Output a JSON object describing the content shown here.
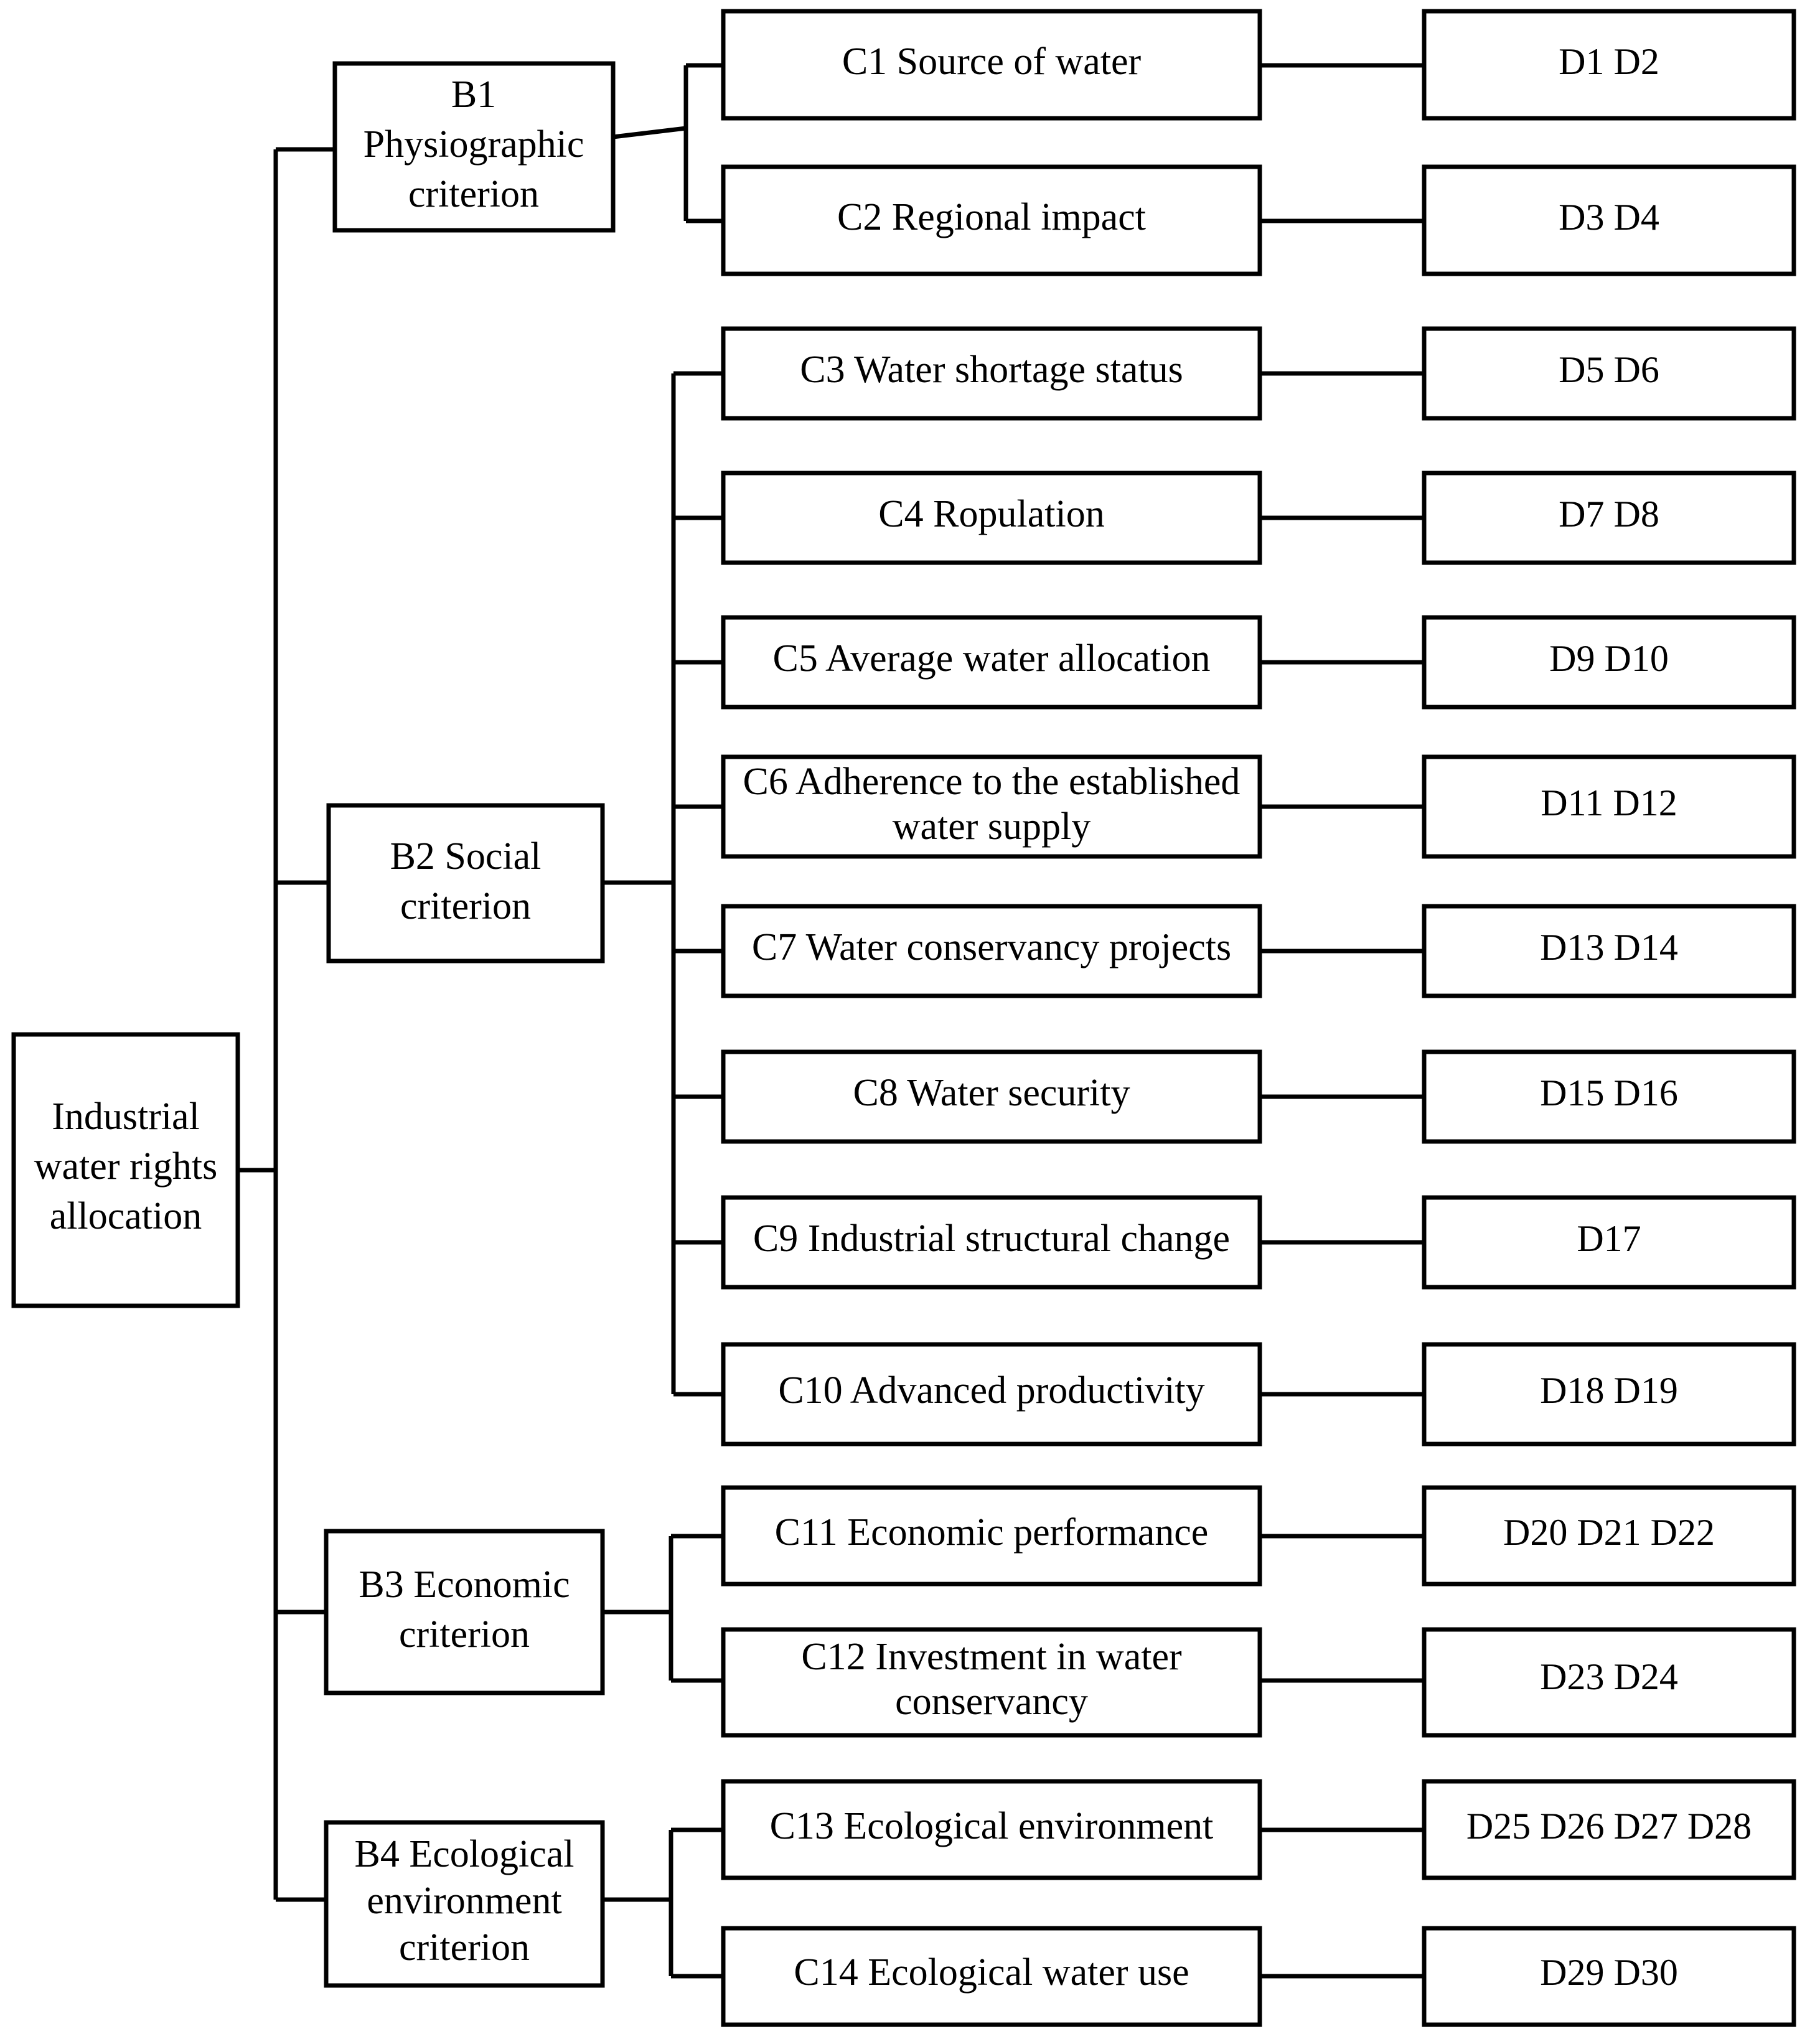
{
  "diagram": {
    "type": "hierarchy-tree",
    "orientation": "left-to-right",
    "levels": [
      "goal",
      "criteria",
      "sub-criteria",
      "indicators"
    ],
    "root": {
      "id": "A",
      "label": "Industrial\nwater rights\nallocation",
      "lines": [
        "Industrial",
        "water rights",
        "allocation"
      ]
    },
    "criteria": [
      {
        "id": "B1",
        "lines": [
          "B1",
          "Physiographic",
          "criterion"
        ]
      },
      {
        "id": "B2",
        "lines": [
          "B2 Social",
          "criterion"
        ]
      },
      {
        "id": "B3",
        "lines": [
          "B3 Economic",
          "criterion"
        ]
      },
      {
        "id": "B4",
        "lines": [
          "B4 Ecological",
          "environment",
          "criterion"
        ]
      }
    ],
    "sub_criteria": [
      {
        "id": "C1",
        "parent": "B1",
        "lines": [
          "C1 Source of water"
        ]
      },
      {
        "id": "C2",
        "parent": "B1",
        "lines": [
          "C2 Regional impact"
        ]
      },
      {
        "id": "C3",
        "parent": "B2",
        "lines": [
          "C3 Water shortage status"
        ]
      },
      {
        "id": "C4",
        "parent": "B2",
        "lines": [
          "C4 Ropulation"
        ]
      },
      {
        "id": "C5",
        "parent": "B2",
        "lines": [
          "C5 Average water allocation"
        ]
      },
      {
        "id": "C6",
        "parent": "B2",
        "lines": [
          "C6  Adherence to the established",
          "water supply"
        ]
      },
      {
        "id": "C7",
        "parent": "B2",
        "lines": [
          "C7 Water conservancy projects"
        ]
      },
      {
        "id": "C8",
        "parent": "B2",
        "lines": [
          "C8 Water security"
        ]
      },
      {
        "id": "C9",
        "parent": "B2",
        "lines": [
          "C9 Industrial structural change"
        ]
      },
      {
        "id": "C10",
        "parent": "B2",
        "lines": [
          "C10 Advanced productivity"
        ]
      },
      {
        "id": "C11",
        "parent": "B3",
        "lines": [
          "C11 Economic performance"
        ]
      },
      {
        "id": "C12",
        "parent": "B3",
        "lines": [
          "C12 Investment  in water",
          "conservancy"
        ]
      },
      {
        "id": "C13",
        "parent": "B4",
        "lines": [
          "C13 Ecological environment"
        ]
      },
      {
        "id": "C14",
        "parent": "B4",
        "lines": [
          "C14 Ecological water use"
        ]
      }
    ],
    "indicators": [
      {
        "id": "D-1",
        "parent": "C1",
        "label": "D1  D2"
      },
      {
        "id": "D-2",
        "parent": "C2",
        "label": "D3  D4"
      },
      {
        "id": "D-3",
        "parent": "C3",
        "label": "D5  D6"
      },
      {
        "id": "D-4",
        "parent": "C4",
        "label": "D7  D8"
      },
      {
        "id": "D-5",
        "parent": "C5",
        "label": "D9  D10"
      },
      {
        "id": "D-6",
        "parent": "C6",
        "label": "D11  D12"
      },
      {
        "id": "D-7",
        "parent": "C7",
        "label": "D13  D14"
      },
      {
        "id": "D-8",
        "parent": "C8",
        "label": "D15  D16"
      },
      {
        "id": "D-9",
        "parent": "C9",
        "label": "D17"
      },
      {
        "id": "D-10",
        "parent": "C10",
        "label": "D18  D19"
      },
      {
        "id": "D-11",
        "parent": "C11",
        "label": "D20  D21 D22"
      },
      {
        "id": "D-12",
        "parent": "C12",
        "label": "D23  D24"
      },
      {
        "id": "D-13",
        "parent": "C13",
        "label": "D25 D26 D27 D28"
      },
      {
        "id": "D-14",
        "parent": "C14",
        "label": "D29  D30"
      }
    ],
    "style": {
      "line_color": "#000000",
      "box_fill": "#ffffff",
      "box_stroke": "#000000",
      "stroke_width": 7
    }
  }
}
